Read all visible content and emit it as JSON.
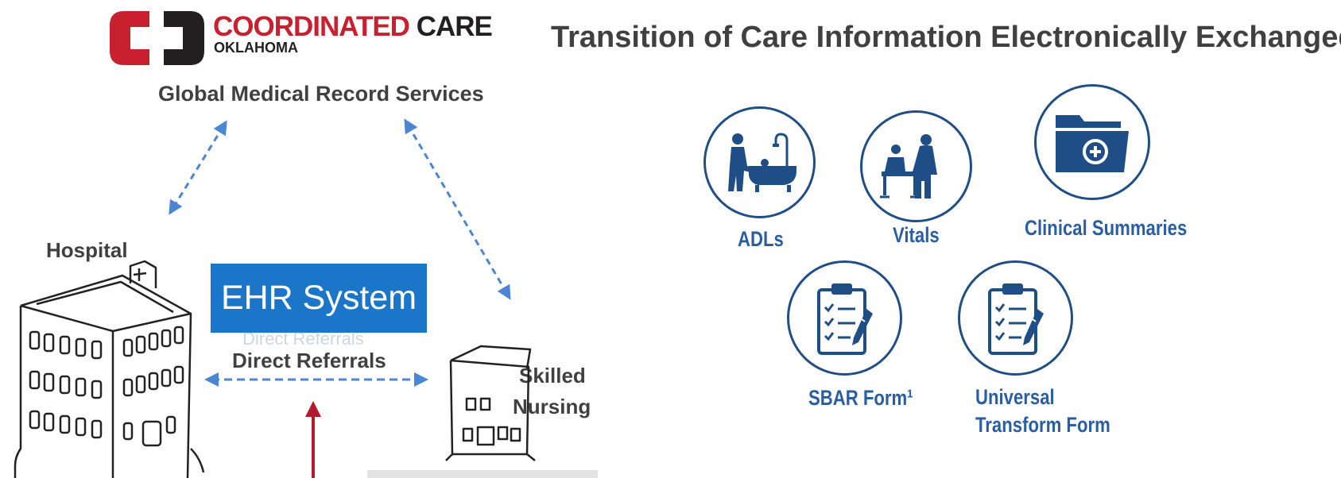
{
  "logo": {
    "line1_a": "COORDINATED",
    "line1_b": "CARE",
    "line2": "OKLAHOMA"
  },
  "diagram": {
    "subtitle": "Global Medical Record Services",
    "hospital_label": "Hospital",
    "ehr_label": "EHR System",
    "ehr_ghost_text": "Direct Referrals",
    "direct_referrals_label": "Direct Referrals",
    "skilled_label": "Skilled",
    "nursing_label": "Nursing"
  },
  "main": {
    "title": "Transition of Care Information Electronically Exchanged",
    "items": [
      {
        "label": "ADLs",
        "icon": "bathing-icon"
      },
      {
        "label": "Vitals",
        "icon": "patient-exam-icon"
      },
      {
        "label": "Clinical Summaries",
        "icon": "folder-plus-icon"
      },
      {
        "label": "SBAR Form¹",
        "icon": "clipboard-checklist-icon"
      },
      {
        "label_line1": "Universal",
        "label_line2": "Transform Form",
        "icon": "clipboard-checklist-icon"
      }
    ]
  },
  "colors": {
    "brand_red": "#c8202f",
    "ehr_blue": "#1b75c9",
    "icon_navy": "#1f4e86",
    "label_blue": "#2a5ea2",
    "dashed_arrow": "#4a86d4",
    "solid_arrow": "#b01c2e",
    "text_gray": "#404040"
  }
}
